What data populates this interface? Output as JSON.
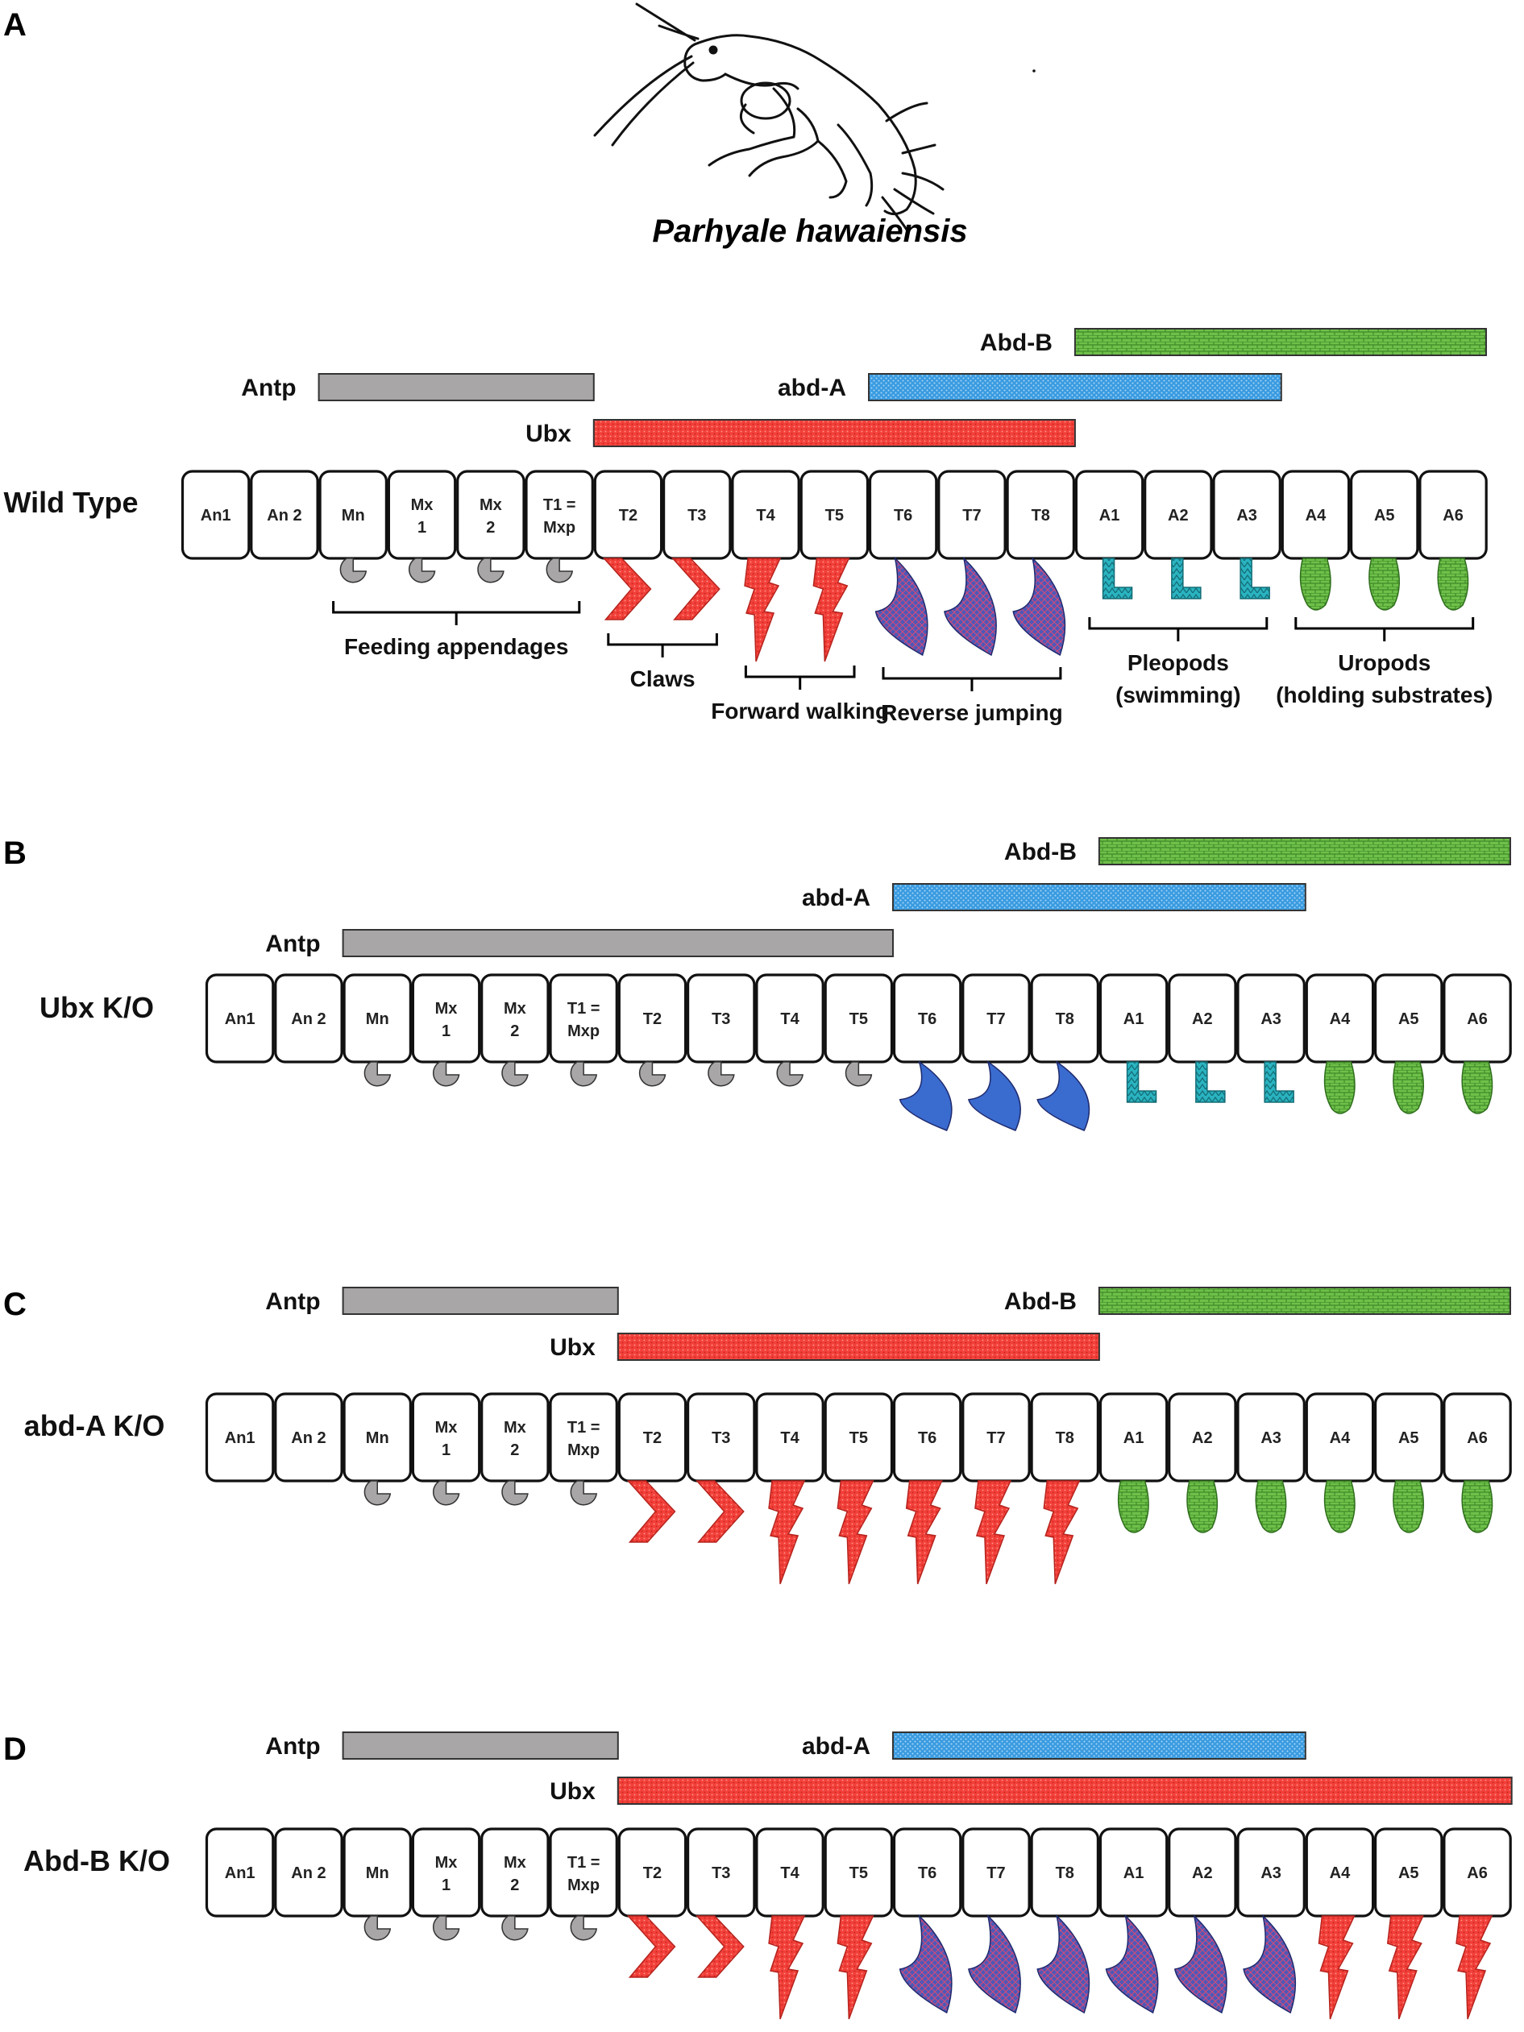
{
  "species": "Parhyale hawaiensis",
  "colors": {
    "Antp": "#a8a6a6",
    "Ubx": "#f2403a",
    "abd-A": "#3a9be0",
    "Abd-B": "#6fc04a",
    "jump": "#4b59b8",
    "jump_plain": "#3a6bcf",
    "pleopod": "#2ab3c0",
    "feed": "#a8a6a6"
  },
  "legs": {
    "feed": "feeding-appendage-icon",
    "claw": "claw-icon",
    "walk": "walking-leg-icon",
    "jump": "jumping-leg-icon",
    "jump_plain": "plain-jumping-leg-icon",
    "pleo": "pleopod-icon",
    "uro": "uropod-icon"
  },
  "panels": [
    {
      "letter": "A",
      "label": "Wild Type",
      "segments": [
        {
          "l1": "An1",
          "l2": ""
        },
        {
          "l1": "An 2",
          "l2": ""
        },
        {
          "l1": "Mn",
          "l2": ""
        },
        {
          "l1": "Mx",
          "l2": "1"
        },
        {
          "l1": "Mx",
          "l2": "2"
        },
        {
          "l1": "T1 =",
          "l2": "Mxp"
        },
        {
          "l1": "T2",
          "l2": ""
        },
        {
          "l1": "T3",
          "l2": ""
        },
        {
          "l1": "T4",
          "l2": ""
        },
        {
          "l1": "T5",
          "l2": ""
        },
        {
          "l1": "T6",
          "l2": ""
        },
        {
          "l1": "T7",
          "l2": ""
        },
        {
          "l1": "T8",
          "l2": ""
        },
        {
          "l1": "A1",
          "l2": ""
        },
        {
          "l1": "A2",
          "l2": ""
        },
        {
          "l1": "A3",
          "l2": ""
        },
        {
          "l1": "A4",
          "l2": ""
        },
        {
          "l1": "A5",
          "l2": ""
        },
        {
          "l1": "A6",
          "l2": ""
        }
      ],
      "appendages": [
        "",
        "",
        "feed",
        "feed",
        "feed",
        "feed",
        "claw",
        "claw",
        "walk",
        "walk",
        "jump",
        "jump",
        "jump",
        "pleo",
        "pleo",
        "pleo",
        "uro",
        "uro",
        "uro"
      ],
      "genes": [
        {
          "name": "Abd-B",
          "start": 13,
          "end": 18.98
        },
        {
          "name": "abd-A",
          "start": 10,
          "end": 16
        },
        {
          "name": "Antp",
          "start": 2,
          "end": 6
        },
        {
          "name": "Ubx",
          "start": 6,
          "end": 13
        }
      ],
      "groups": [
        {
          "label1": "Feeding appendages",
          "label2": "",
          "from": 2,
          "to": 5
        },
        {
          "label1": "Claws",
          "label2": "",
          "from": 6,
          "to": 7
        },
        {
          "label1": "Forward walking",
          "label2": "",
          "from": 8,
          "to": 9
        },
        {
          "label1": "Reverse jumping",
          "label2": "",
          "from": 10,
          "to": 12
        },
        {
          "label1": "Pleopods",
          "label2": "(swimming)",
          "from": 13,
          "to": 15
        },
        {
          "label1": "Uropods",
          "label2": "(holding substrates)",
          "from": 16,
          "to": 18
        }
      ]
    },
    {
      "letter": "B",
      "label": "Ubx K/O",
      "segments": [
        {
          "l1": "An1",
          "l2": ""
        },
        {
          "l1": "An 2",
          "l2": ""
        },
        {
          "l1": "Mn",
          "l2": ""
        },
        {
          "l1": "Mx",
          "l2": "1"
        },
        {
          "l1": "Mx",
          "l2": "2"
        },
        {
          "l1": "T1 =",
          "l2": "Mxp"
        },
        {
          "l1": "T2",
          "l2": ""
        },
        {
          "l1": "T3",
          "l2": ""
        },
        {
          "l1": "T4",
          "l2": ""
        },
        {
          "l1": "T5",
          "l2": ""
        },
        {
          "l1": "T6",
          "l2": ""
        },
        {
          "l1": "T7",
          "l2": ""
        },
        {
          "l1": "T8",
          "l2": ""
        },
        {
          "l1": "A1",
          "l2": ""
        },
        {
          "l1": "A2",
          "l2": ""
        },
        {
          "l1": "A3",
          "l2": ""
        },
        {
          "l1": "A4",
          "l2": ""
        },
        {
          "l1": "A5",
          "l2": ""
        },
        {
          "l1": "A6",
          "l2": ""
        }
      ],
      "appendages": [
        "",
        "",
        "feed",
        "feed",
        "feed",
        "feed",
        "feed",
        "feed",
        "feed",
        "feed",
        "jump_plain",
        "jump_plain",
        "jump_plain",
        "pleo",
        "pleo",
        "pleo",
        "uro",
        "uro",
        "uro"
      ],
      "genes": [
        {
          "name": "Abd-B",
          "start": 13,
          "end": 18.98
        },
        {
          "name": "abd-A",
          "start": 10,
          "end": 16
        },
        {
          "name": "Antp",
          "start": 2,
          "end": 10
        }
      ],
      "groups": []
    },
    {
      "letter": "C",
      "label": "abd-A K/O",
      "segments": [
        {
          "l1": "An1",
          "l2": ""
        },
        {
          "l1": "An 2",
          "l2": ""
        },
        {
          "l1": "Mn",
          "l2": ""
        },
        {
          "l1": "Mx",
          "l2": "1"
        },
        {
          "l1": "Mx",
          "l2": "2"
        },
        {
          "l1": "T1 =",
          "l2": "Mxp"
        },
        {
          "l1": "T2",
          "l2": ""
        },
        {
          "l1": "T3",
          "l2": ""
        },
        {
          "l1": "T4",
          "l2": ""
        },
        {
          "l1": "T5",
          "l2": ""
        },
        {
          "l1": "T6",
          "l2": ""
        },
        {
          "l1": "T7",
          "l2": ""
        },
        {
          "l1": "T8",
          "l2": ""
        },
        {
          "l1": "A1",
          "l2": ""
        },
        {
          "l1": "A2",
          "l2": ""
        },
        {
          "l1": "A3",
          "l2": ""
        },
        {
          "l1": "A4",
          "l2": ""
        },
        {
          "l1": "A5",
          "l2": ""
        },
        {
          "l1": "A6",
          "l2": ""
        }
      ],
      "appendages": [
        "",
        "",
        "feed",
        "feed",
        "feed",
        "feed",
        "claw",
        "claw",
        "walk",
        "walk",
        "walk",
        "walk",
        "walk",
        "uro",
        "uro",
        "uro",
        "uro",
        "uro",
        "uro"
      ],
      "genes": [
        {
          "name": "Antp",
          "start": 2,
          "end": 6
        },
        {
          "name": "Abd-B",
          "start": 13,
          "end": 18.98
        },
        {
          "name": "Ubx",
          "start": 6,
          "end": 13
        }
      ],
      "groups": []
    },
    {
      "letter": "D",
      "label": "Abd-B K/O",
      "segments": [
        {
          "l1": "An1",
          "l2": ""
        },
        {
          "l1": "An 2",
          "l2": ""
        },
        {
          "l1": "Mn",
          "l2": ""
        },
        {
          "l1": "Mx",
          "l2": "1"
        },
        {
          "l1": "Mx",
          "l2": "2"
        },
        {
          "l1": "T1 =",
          "l2": "Mxp"
        },
        {
          "l1": "T2",
          "l2": ""
        },
        {
          "l1": "T3",
          "l2": ""
        },
        {
          "l1": "T4",
          "l2": ""
        },
        {
          "l1": "T5",
          "l2": ""
        },
        {
          "l1": "T6",
          "l2": ""
        },
        {
          "l1": "T7",
          "l2": ""
        },
        {
          "l1": "T8",
          "l2": ""
        },
        {
          "l1": "A1",
          "l2": ""
        },
        {
          "l1": "A2",
          "l2": ""
        },
        {
          "l1": "A3",
          "l2": ""
        },
        {
          "l1": "A4",
          "l2": ""
        },
        {
          "l1": "A5",
          "l2": ""
        },
        {
          "l1": "A6",
          "l2": ""
        }
      ],
      "appendages": [
        "",
        "",
        "feed",
        "feed",
        "feed",
        "feed",
        "claw",
        "claw",
        "walk",
        "walk",
        "jump",
        "jump",
        "jump",
        "jump",
        "jump",
        "jump",
        "walk",
        "walk",
        "walk"
      ],
      "genes": [
        {
          "name": "Antp",
          "start": 2,
          "end": 6
        },
        {
          "name": "abd-A",
          "start": 10,
          "end": 16
        },
        {
          "name": "Ubx",
          "start": 6,
          "end": 19
        }
      ],
      "groups": []
    }
  ]
}
